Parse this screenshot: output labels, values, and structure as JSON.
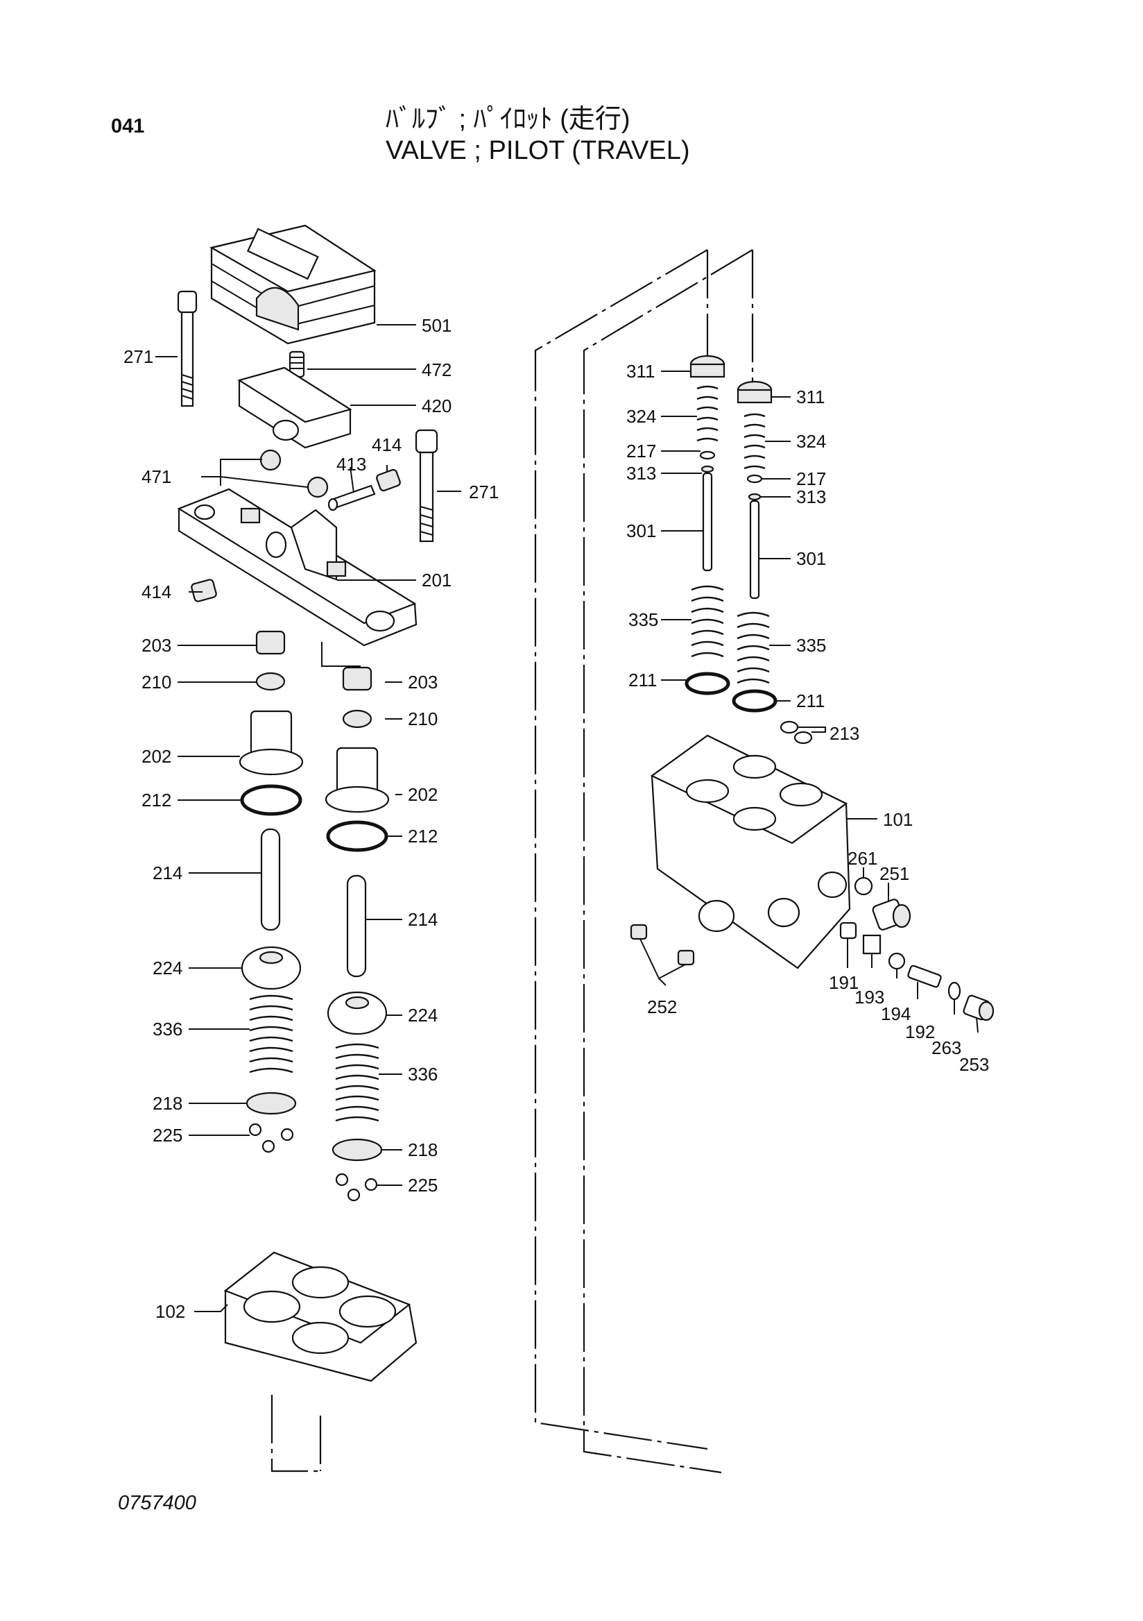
{
  "header": {
    "page_code": "041",
    "title_jp": "ﾊﾞﾙﾌﾞ ; ﾊﾟｲﾛｯﾄ (走行)",
    "title_en": "VALVE ; PILOT (TRAVEL)"
  },
  "footer": {
    "doc_number": "0757400"
  },
  "callouts": [
    "501",
    "472",
    "420",
    "271",
    "271",
    "414",
    "413",
    "414",
    "471",
    "201",
    "203",
    "203",
    "210",
    "210",
    "202",
    "202",
    "212",
    "212",
    "214",
    "214",
    "224",
    "224",
    "336",
    "336",
    "218",
    "218",
    "225",
    "225",
    "102",
    "311",
    "311",
    "324",
    "324",
    "217",
    "217",
    "313",
    "313",
    "301",
    "301",
    "335",
    "335",
    "211",
    "211",
    "213",
    "101",
    "261",
    "251",
    "191",
    "193",
    "194",
    "192",
    "263",
    "253",
    "252"
  ]
}
